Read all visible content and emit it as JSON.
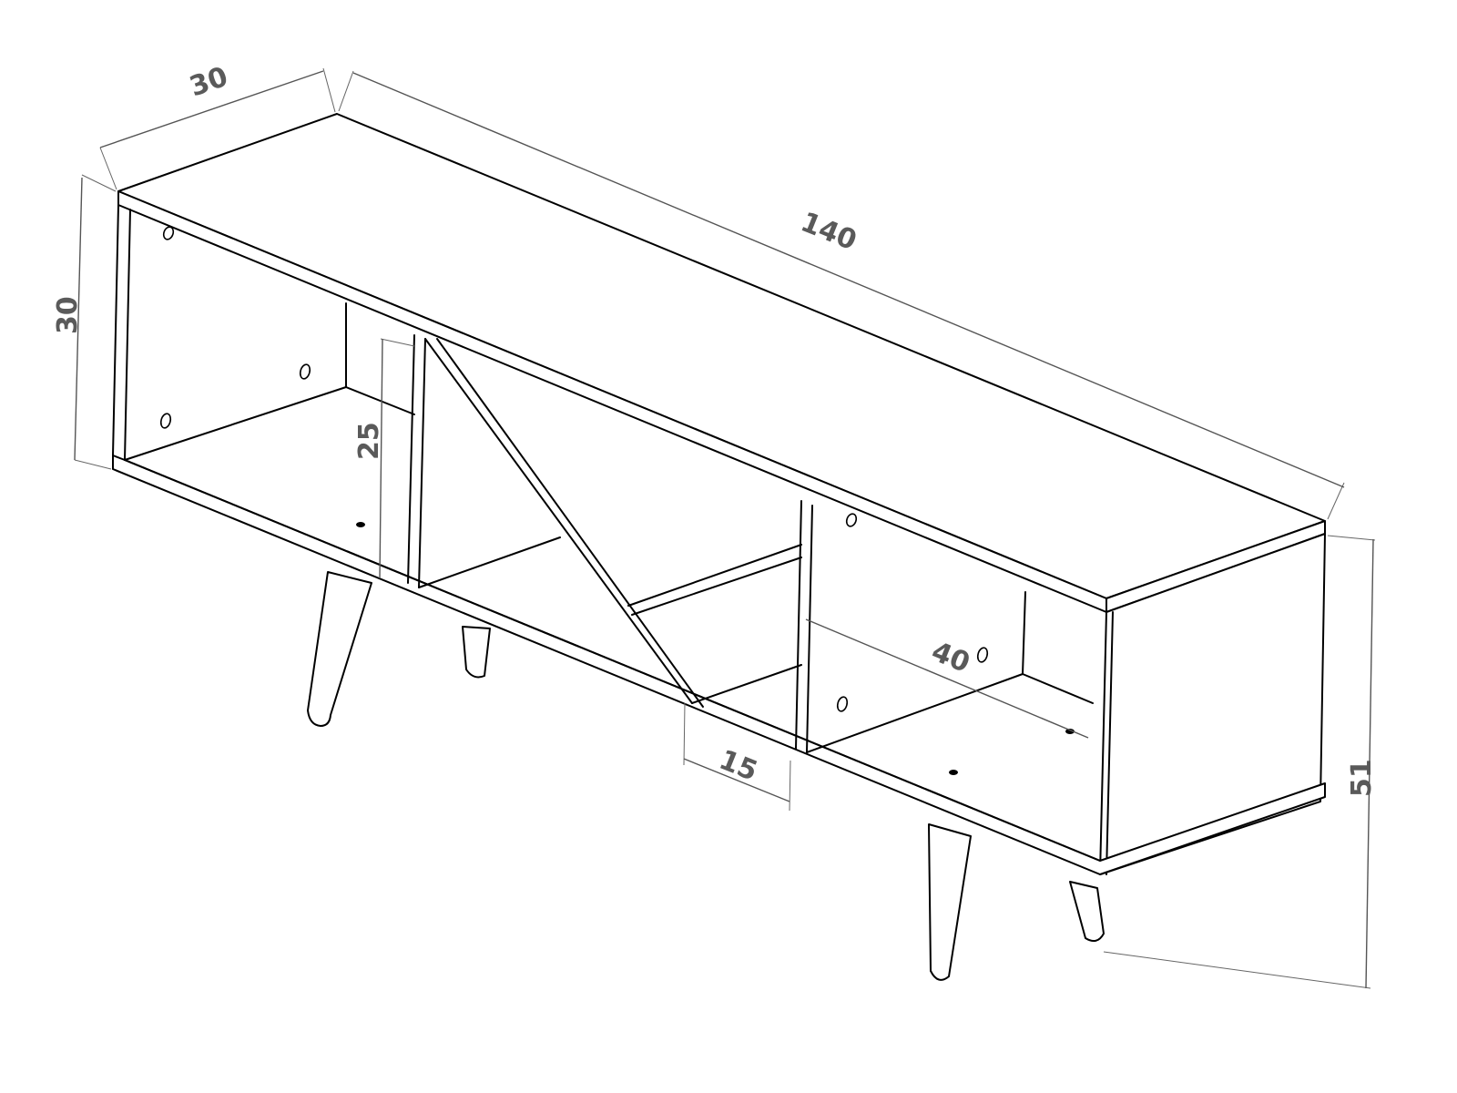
{
  "drawing": {
    "subject": "TV stand with three open compartments and tapered legs",
    "units_implied": "cm",
    "line_color": "#000000",
    "dimension_color": "#5a5a5a"
  },
  "dimensions": {
    "depth_top": "30",
    "height_side": "30",
    "length": "140",
    "inner_height": "25",
    "compartment_width": "40",
    "slot_width": "15",
    "total_height": "51"
  }
}
